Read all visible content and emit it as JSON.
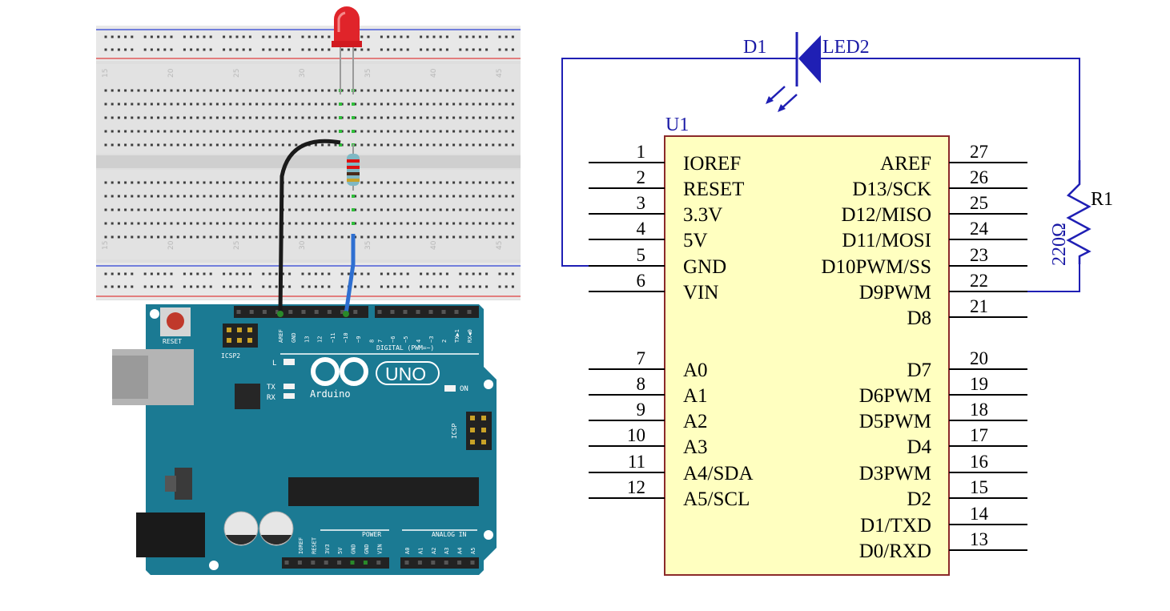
{
  "breadboard_view": {
    "board": {
      "reset_label": "RESET",
      "icsp2_label": "ICSP2",
      "icsp_label": "ICSP",
      "l_label": "L",
      "tx_label": "TX",
      "rx_label": "RX",
      "on_label": "ON",
      "uno_label": "UNO",
      "arduino_label": "Arduino",
      "digital_label": "DIGITAL (PWM=~)",
      "power_label": "POWER",
      "analog_label": "ANALOG IN",
      "top_header_labels": [
        "AREF",
        "GND",
        "13",
        "12",
        "~11",
        "~10",
        "~9",
        "8",
        "7",
        "~6",
        "~5",
        "4",
        "~3",
        "2",
        "TX▶1",
        "RX◀0"
      ],
      "power_header_labels": [
        "IOREF",
        "RESET",
        "3V3",
        "5V",
        "GND",
        "GND",
        "VIN"
      ],
      "analog_header_labels": [
        "A0",
        "A1",
        "A2",
        "A3",
        "A4",
        "A5"
      ],
      "colors": {
        "pcb": "#1b7a93",
        "silk": "#ffffff",
        "header": "#222222"
      }
    },
    "breadboard": {
      "column_numbers": [
        "15",
        "20",
        "25",
        "30",
        "35",
        "40",
        "45"
      ],
      "colors": {
        "body": "#dedede",
        "rail_red": "#e05a5a",
        "rail_blue": "#4a5ad8"
      }
    },
    "components": {
      "led_color": "#e0242a",
      "jumper_black": "#1a1a1a",
      "jumper_blue": "#2e6fd1"
    }
  },
  "schematic": {
    "chip": {
      "ref": "U1",
      "fill": "#ffffc0",
      "stroke": "#8b2a2a",
      "left_pins": [
        {
          "num": "1",
          "label": "IOREF"
        },
        {
          "num": "2",
          "label": "RESET"
        },
        {
          "num": "3",
          "label": "3.3V"
        },
        {
          "num": "4",
          "label": "5V"
        },
        {
          "num": "5",
          "label": "GND"
        },
        {
          "num": "6",
          "label": "VIN"
        },
        {
          "num": "7",
          "label": "A0"
        },
        {
          "num": "8",
          "label": "A1"
        },
        {
          "num": "9",
          "label": "A2"
        },
        {
          "num": "10",
          "label": "A3"
        },
        {
          "num": "11",
          "label": "A4/SDA"
        },
        {
          "num": "12",
          "label": "A5/SCL"
        }
      ],
      "right_pins": [
        {
          "num": "27",
          "label": "AREF"
        },
        {
          "num": "26",
          "label": "D13/SCK"
        },
        {
          "num": "25",
          "label": "D12/MISO"
        },
        {
          "num": "24",
          "label": "D11/MOSI"
        },
        {
          "num": "23",
          "label": "D10PWM/SS"
        },
        {
          "num": "22",
          "label": "D9PWM"
        },
        {
          "num": "21",
          "label": "D8"
        },
        {
          "num": "20",
          "label": "D7"
        },
        {
          "num": "19",
          "label": "D6PWM"
        },
        {
          "num": "18",
          "label": "D5PWM"
        },
        {
          "num": "17",
          "label": "D4"
        },
        {
          "num": "16",
          "label": "D3PWM"
        },
        {
          "num": "15",
          "label": "D2"
        },
        {
          "num": "14",
          "label": "D1/TXD"
        },
        {
          "num": "13",
          "label": "D0/RXD"
        }
      ]
    },
    "led": {
      "ref": "D1",
      "value": "LED2"
    },
    "resistor": {
      "ref": "R1",
      "value": "220Ω"
    },
    "wire_color": "#1f1fb4"
  }
}
